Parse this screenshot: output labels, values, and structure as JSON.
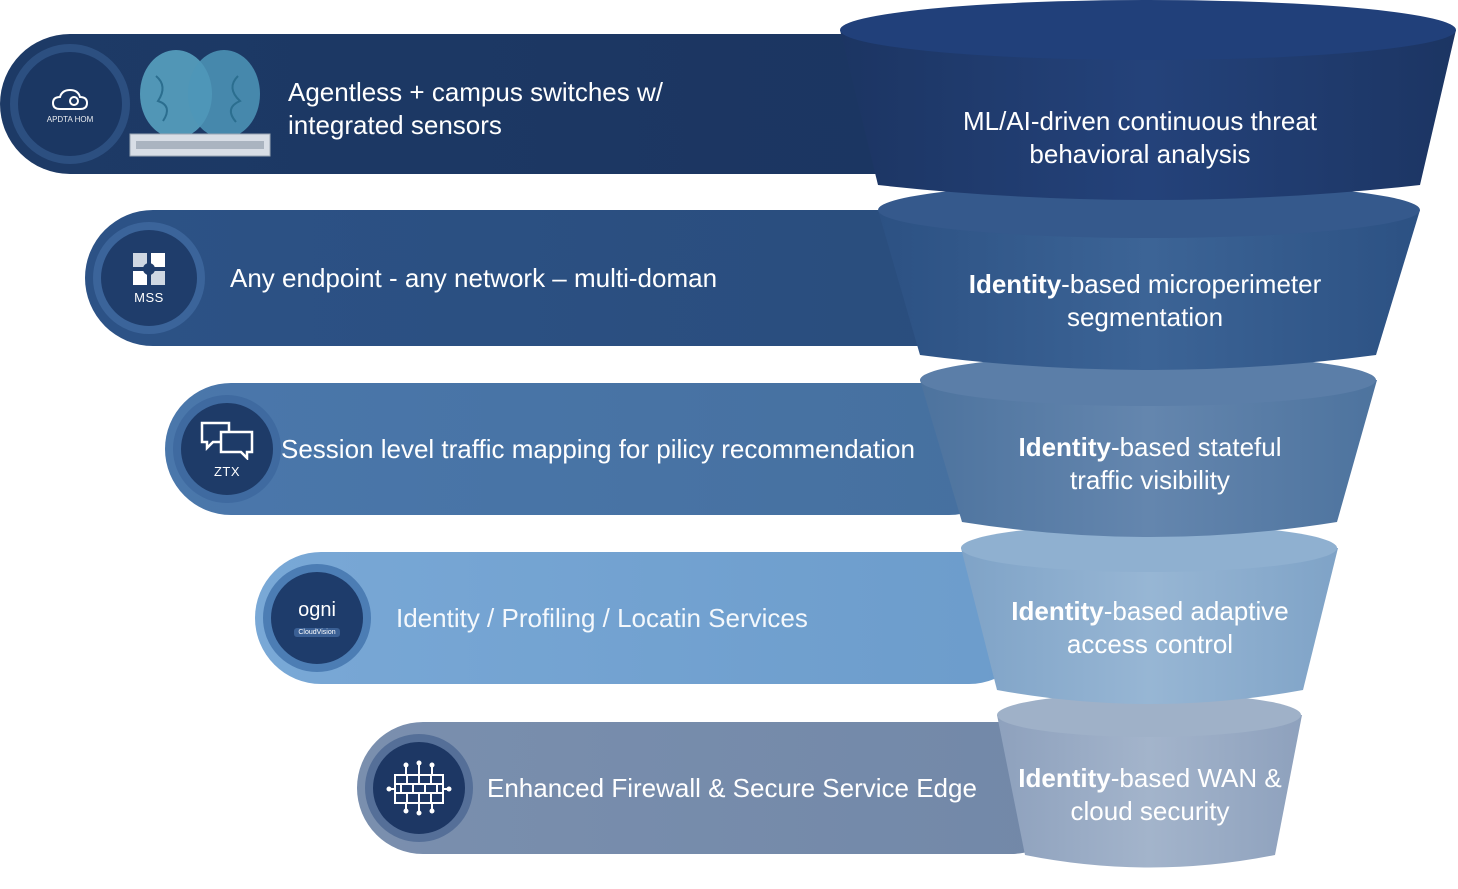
{
  "layers": [
    {
      "band_text": "Agentless + campus switches w/ integrated sensors",
      "icon": "cloud-gear-icon",
      "icon_caption": "APDTA HOM",
      "funnel_bold": "",
      "funnel_rest": "ML/AI-driven continuous threat behavioral analysis"
    },
    {
      "band_text": "Any endpoint - any network – multi-doman",
      "icon": "grid-cube-icon",
      "icon_caption": "MSS",
      "funnel_bold": "Identity",
      "funnel_rest": "-based microperimeter segmentation"
    },
    {
      "band_text": "Session level traffic mapping for pilicy recommendation",
      "icon": "chat-bubbles-icon",
      "icon_caption": "ZTX",
      "funnel_bold": "Identity",
      "funnel_rest": "-based stateful traffic visibility"
    },
    {
      "band_text": "Identity / Profiling / Locatin Services",
      "icon": "cloud-badge-icon",
      "icon_caption": "ogni",
      "icon_subcaption": "CloudVision",
      "funnel_bold": "Identity",
      "funnel_rest": "-based adaptive access control"
    },
    {
      "band_text": "Enhanced Firewall & Secure Service Edge",
      "icon": "firewall-icon",
      "icon_caption": "",
      "funnel_bold": "Identity",
      "funnel_rest": "-based WAN & cloud security"
    }
  ],
  "colors": {
    "band_1": "#1d3a66",
    "band_2": "#2c5286",
    "band_3": "#4a77ab",
    "band_4": "#79a8d6",
    "band_5": "#7a8fae",
    "funnel_1": "#1c3563",
    "funnel_2": "#2c5183",
    "funnel_3": "#4d739e",
    "funnel_4": "#7fa3c7",
    "funnel_5": "#8ea3bf"
  }
}
